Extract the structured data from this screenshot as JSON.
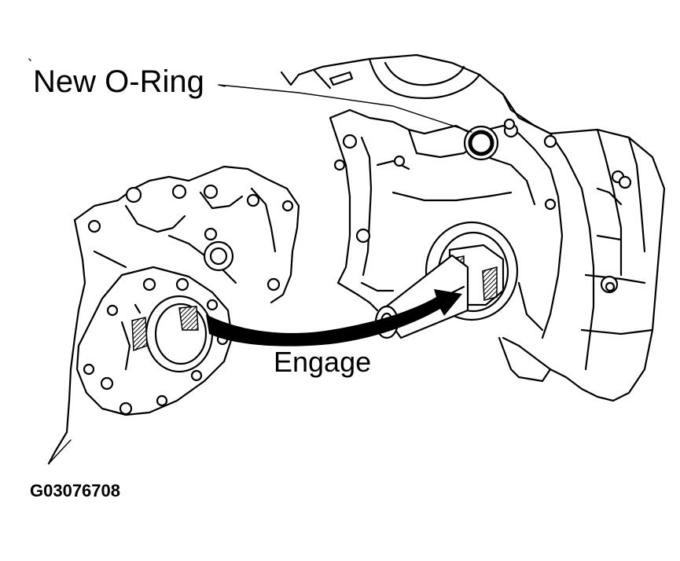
{
  "labels": {
    "new_oring": "New O-Ring",
    "engage": "Engage",
    "figure_code": "G03076708"
  },
  "colors": {
    "ink": "#000000",
    "background": "#ffffff"
  }
}
